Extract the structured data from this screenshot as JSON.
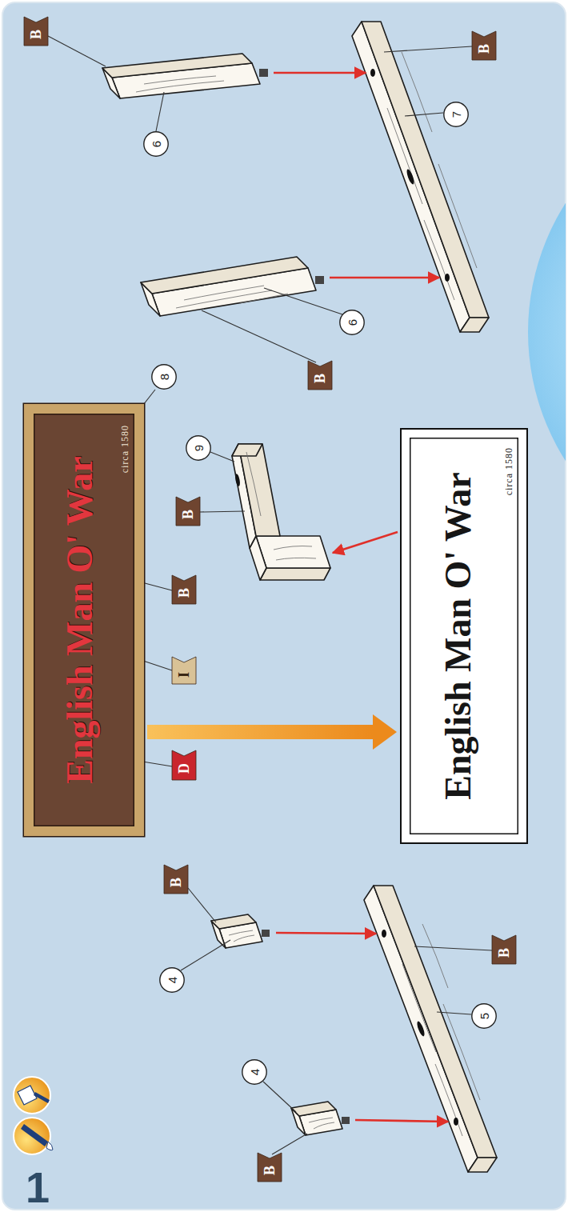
{
  "diagram": {
    "nodes": [
      {
        "text": [
          "English Man O' War",
          "circa 1580"
        ]
      },
      {
        "text": [
          "D"
        ]
      },
      {
        "text": [
          "I"
        ]
      },
      {
        "text": [
          "B"
        ]
      },
      {
        "text": [
          "8"
        ]
      },
      {
        "text": [
          "B"
        ]
      },
      {
        "text": [
          "4"
        ]
      },
      {
        "text": [
          "B"
        ]
      },
      {
        "text": [
          "4"
        ]
      },
      {
        "text": [
          "5"
        ]
      },
      {
        "text": [
          "B"
        ]
      },
      {
        "text": [
          "English Man O' War",
          "circa 1580"
        ]
      },
      {
        "text": [
          "B"
        ]
      },
      {
        "text": [
          "9"
        ]
      },
      {
        "text": [
          "B"
        ]
      },
      {
        "text": [
          "6"
        ]
      },
      {
        "text": [
          "B"
        ]
      },
      {
        "text": [
          "6"
        ]
      },
      {
        "text": [
          "7"
        ]
      },
      {
        "text": [
          "B"
        ]
      }
    ],
    "edges": [
      {
        "from": 0,
        "to": 11,
        "arrow": "to"
      }
    ],
    "labels": [
      "1"
    ]
  }
}
